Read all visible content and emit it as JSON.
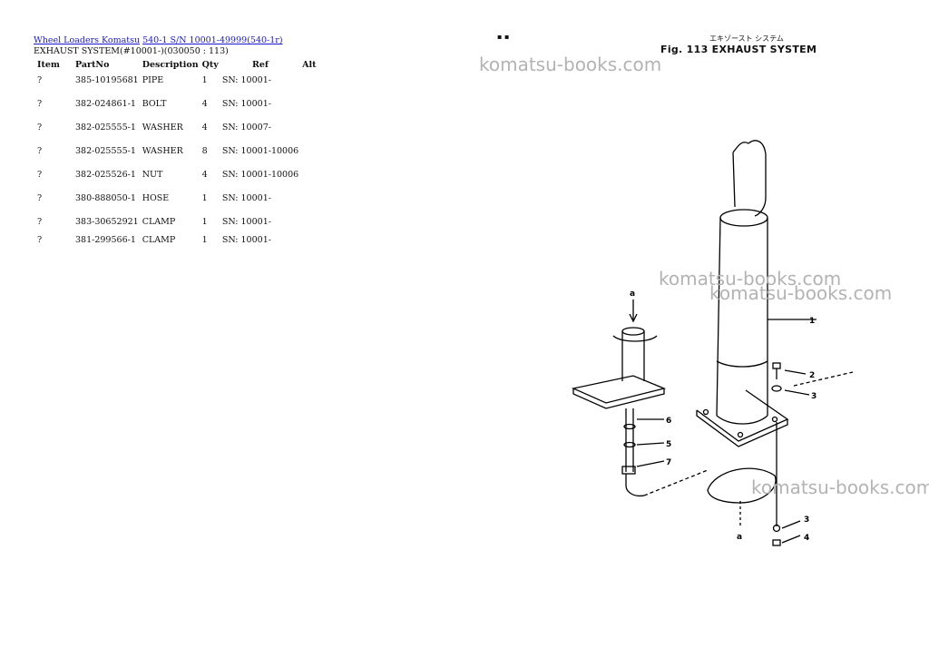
{
  "breadcrumb": {
    "link1": "Wheel Loaders Komatsu",
    "link2": "540-1 S/N 10001-49999(540-1r)"
  },
  "subtitle": "EXHAUST SYSTEM(#10001-)(030050 : 113)",
  "table": {
    "headers": [
      "Item",
      "PartNo",
      "Description",
      "Qty",
      "Ref",
      "Alt"
    ],
    "rows": [
      {
        "item": "?",
        "part": "385-10195681",
        "desc": "PIPE",
        "qty": "1",
        "ref": "SN: 10001-"
      },
      {
        "item": "?",
        "part": "382-024861-1",
        "desc": "BOLT",
        "qty": "4",
        "ref": "SN: 10001-"
      },
      {
        "item": "?",
        "part": "382-025555-1",
        "desc": "WASHER",
        "qty": "4",
        "ref": "SN: 10007-"
      },
      {
        "item": "?",
        "part": "382-025555-1",
        "desc": "WASHER",
        "qty": "8",
        "ref": "SN: 10001-10006"
      },
      {
        "item": "?",
        "part": "382-025526-1",
        "desc": "NUT",
        "qty": "4",
        "ref": "SN: 10001-10006"
      },
      {
        "item": "?",
        "part": "380-888050-1",
        "desc": "HOSE",
        "qty": "1",
        "ref": "SN: 10001-"
      },
      {
        "item": "?",
        "part": "383-30652921",
        "desc": "CLAMP",
        "qty": "1",
        "ref": "SN: 10001-"
      },
      {
        "item": "?",
        "part": "381-299566-1",
        "desc": "CLAMP",
        "qty": "1",
        "ref": "SN: 10001-"
      }
    ]
  },
  "figure": {
    "title": "Fig. 113   EXHAUST  SYSTEM",
    "jp_title": "エキゾースト システム",
    "top_marks": "▪  ▪",
    "callouts": [
      "1",
      "2",
      "3",
      "4",
      "5",
      "6",
      "7",
      "3",
      "4"
    ],
    "ref_marks": [
      "a",
      "a"
    ]
  },
  "watermark": "komatsu-books.com"
}
